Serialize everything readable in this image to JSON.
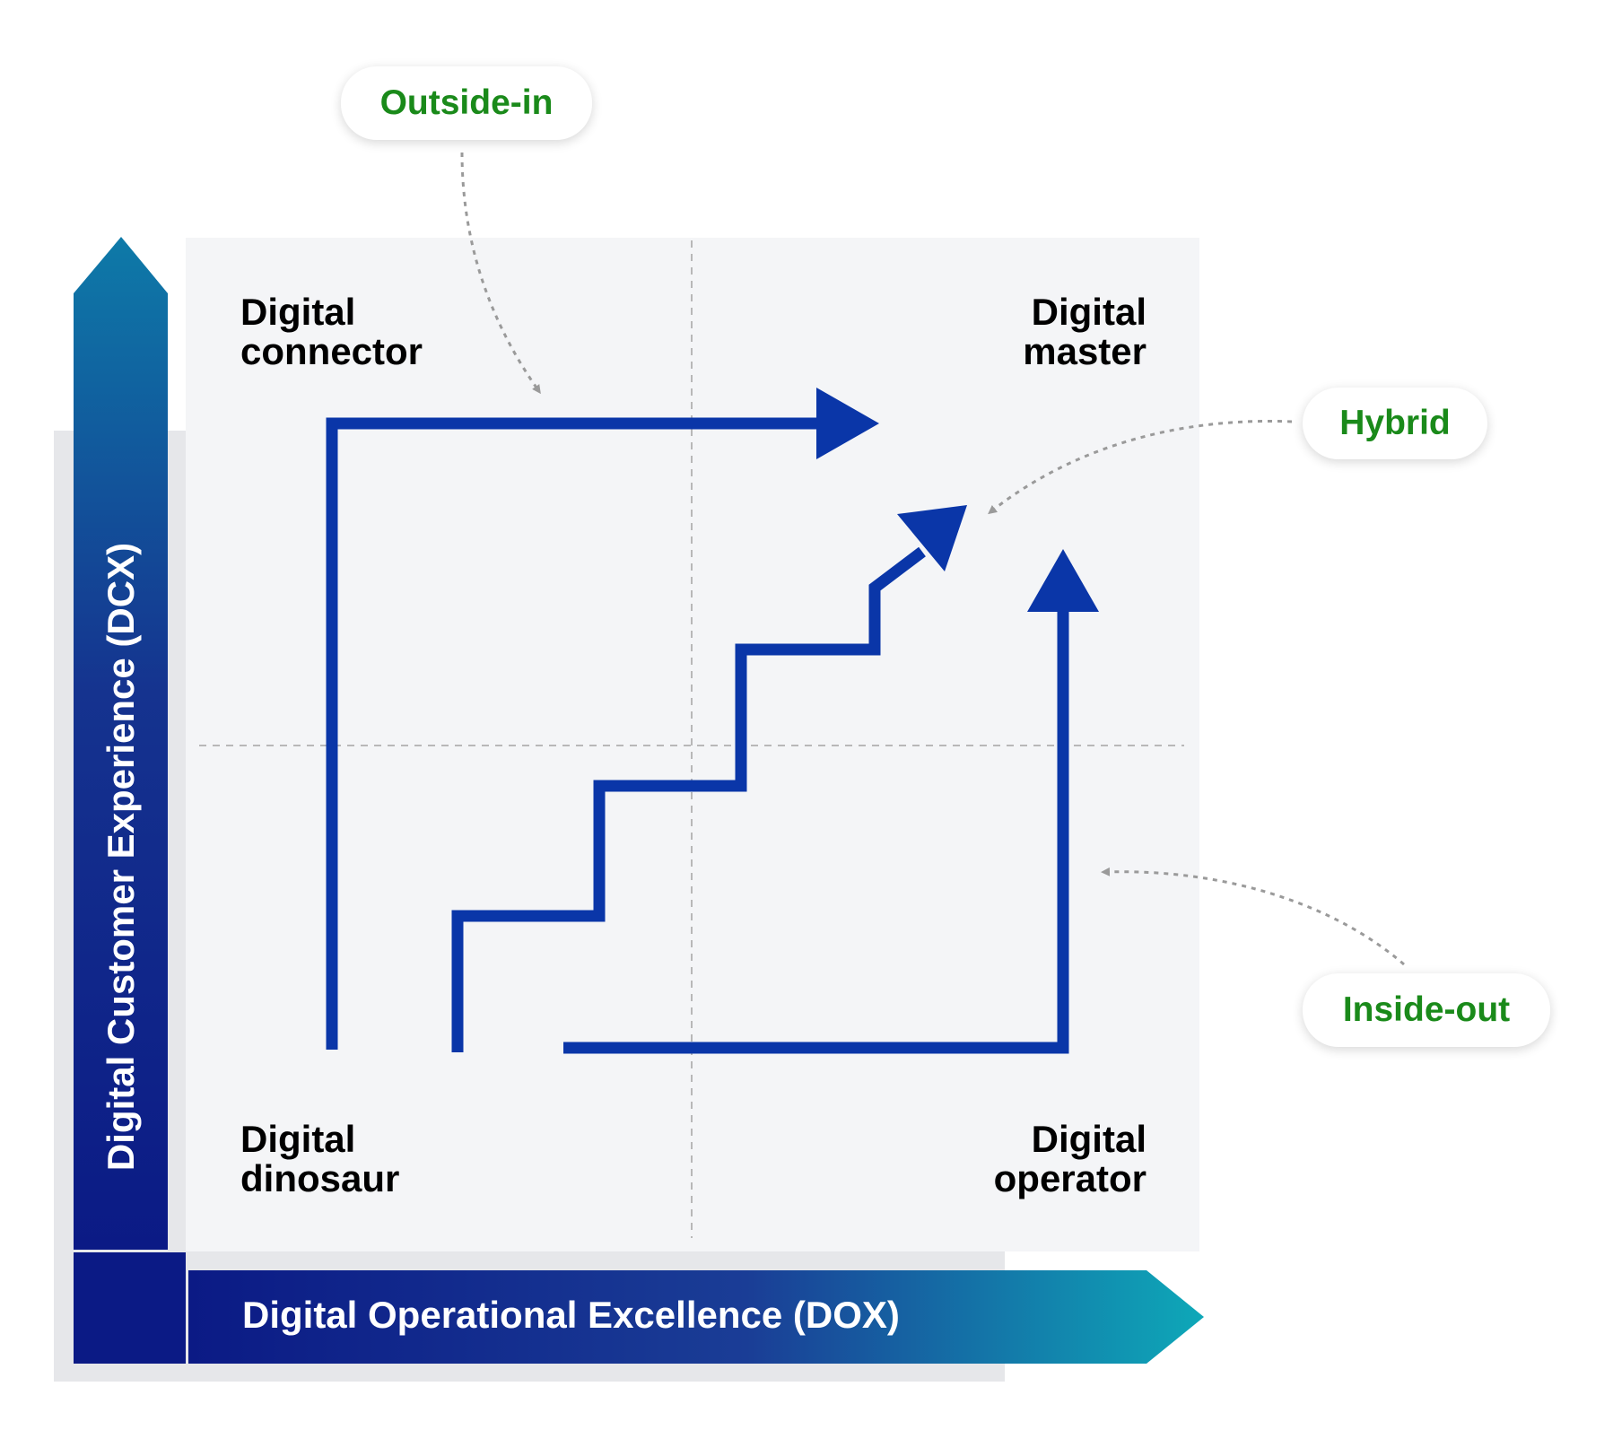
{
  "quadrants": {
    "top_left": "Digital\nconnector",
    "top_right": "Digital\nmaster",
    "bottom_left": "Digital\ndinosaur",
    "bottom_right": "Digital\noperator"
  },
  "callouts": {
    "outside_in": "Outside-in",
    "hybrid": "Hybrid",
    "inside_out": "Inside-out"
  },
  "axes": {
    "y_label": "Digital Customer Experience (DCX)",
    "x_label": "Digital Operational Excellence (DOX)"
  },
  "colors": {
    "path_blue": "#0a36a8",
    "callout_green": "#1a8a1a",
    "axis_start": "#0b1a85",
    "axis_end": "#0ea8b8",
    "matrix_bg": "#f4f5f7",
    "backdrop_gray": "#e6e7ea"
  }
}
